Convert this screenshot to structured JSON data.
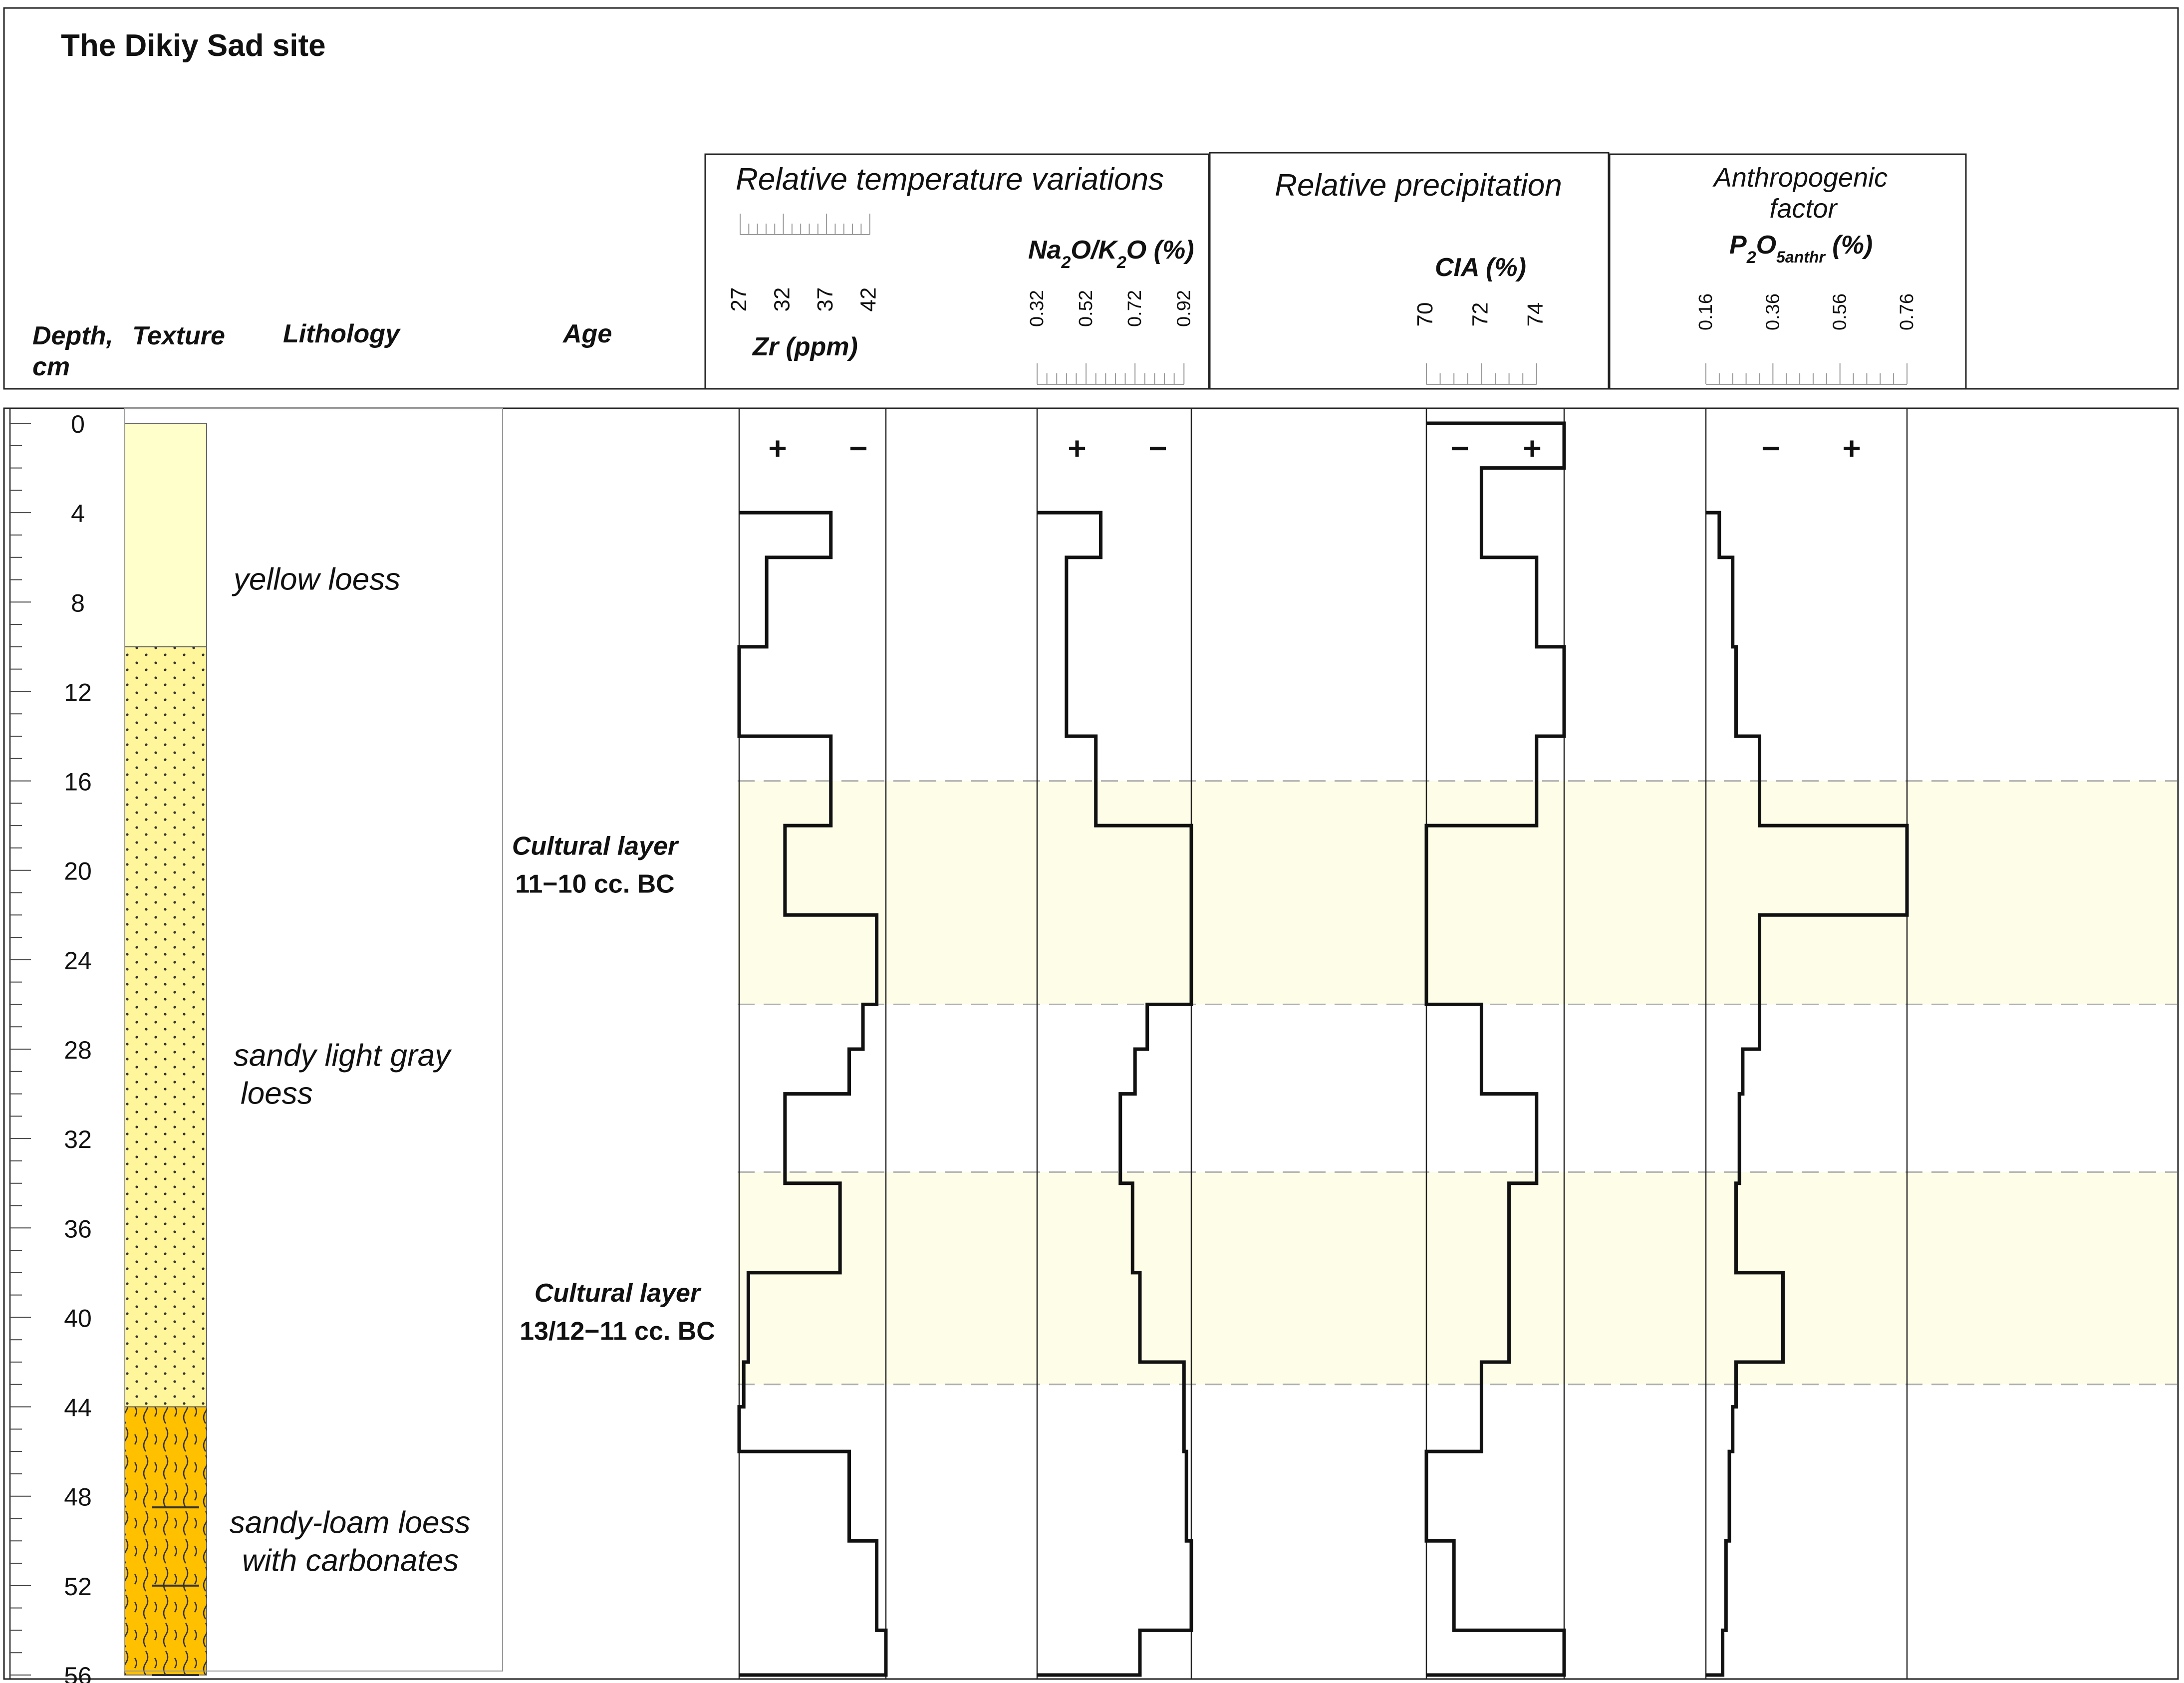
{
  "title": "The Dikiy Sad site",
  "colors": {
    "yellow_loess": "#ffffcc",
    "sandy_gray_loess": "#fff59a",
    "sandy_loam_loess": "#ffc000",
    "cultural_band": "#fdfde8",
    "curve": "#111111",
    "curve_in_band": "#555555"
  },
  "headers": {
    "depth": "Depth,",
    "depth_unit": "cm",
    "texture": "Texture",
    "lithology": "Lithology",
    "age": "Age",
    "temp_group": "Relative temperature variations",
    "precip_group": "Relative precipitation",
    "anthro_group_line1": "Anthropogenic",
    "anthro_group_line2": "factor"
  },
  "lithology": [
    {
      "label_lines": [
        "yellow loess"
      ],
      "from": 0,
      "to": 10,
      "fill": "yellow_loess",
      "pattern": "none"
    },
    {
      "label_lines": [
        "sandy light gray",
        " loess"
      ],
      "from": 10,
      "to": 44,
      "fill": "sandy_gray_loess",
      "pattern": "dots"
    },
    {
      "label_lines": [
        "sandy-loam loess",
        "with carbonates"
      ],
      "from": 44,
      "to": 56,
      "fill": "sandy_loam_loess",
      "pattern": "wavy"
    }
  ],
  "age_layers": [
    {
      "line1": "Cultural layer",
      "line2": "11−10 cc. BC",
      "from": 16,
      "to": 26
    },
    {
      "line1": "Cultural layer",
      "line2": "13/12−11 cc. BC",
      "from": 33.5,
      "to": 43
    }
  ],
  "chart_data": {
    "type": "line",
    "orientation": "vertical-depth-profile",
    "y_axis": {
      "label": "Depth, cm",
      "range": [
        0,
        56
      ],
      "ticks": [
        0,
        4,
        8,
        12,
        16,
        20,
        24,
        28,
        32,
        36,
        40,
        44,
        48,
        52,
        56
      ],
      "tick_labels": [
        "0",
        "4",
        "8",
        "12",
        "16",
        "20",
        "24",
        "28",
        "32",
        "36",
        "40",
        "44",
        "48",
        "52",
        "56"
      ],
      "inverted": true
    },
    "series": [
      {
        "name": "Zr (ppm)",
        "group": "Relative temperature variations",
        "tick_labels": [
          "27",
          "32",
          "37",
          "42"
        ],
        "range": [
          27,
          43
        ],
        "sign_left": "+",
        "sign_right": "−",
        "steps": [
          {
            "from": 4,
            "to": 6,
            "value": 37
          },
          {
            "from": 6,
            "to": 10,
            "value": 30
          },
          {
            "from": 10,
            "to": 14,
            "value": 27
          },
          {
            "from": 14,
            "to": 18,
            "value": 37
          },
          {
            "from": 18,
            "to": 22,
            "value": 32
          },
          {
            "from": 22,
            "to": 26,
            "value": 42
          },
          {
            "from": 26,
            "to": 28,
            "value": 40.5
          },
          {
            "from": 28,
            "to": 30,
            "value": 39
          },
          {
            "from": 30,
            "to": 34,
            "value": 32
          },
          {
            "from": 34,
            "to": 38,
            "value": 38
          },
          {
            "from": 38,
            "to": 42,
            "value": 28
          },
          {
            "from": 42,
            "to": 44,
            "value": 27.5
          },
          {
            "from": 44,
            "to": 46,
            "value": 27
          },
          {
            "from": 46,
            "to": 50,
            "value": 39
          },
          {
            "from": 50,
            "to": 54,
            "value": 42
          },
          {
            "from": 54,
            "to": 56,
            "value": 43
          }
        ]
      },
      {
        "name": "Na₂O/K₂O (%)",
        "group": "Relative temperature variations",
        "tick_labels": [
          "0.32",
          "0.52",
          "0.72",
          "0.92"
        ],
        "range": [
          0.32,
          0.95
        ],
        "sign_left": "+",
        "sign_right": "−",
        "steps": [
          {
            "from": 4,
            "to": 6,
            "value": 0.58
          },
          {
            "from": 6,
            "to": 14,
            "value": 0.44
          },
          {
            "from": 14,
            "to": 18,
            "value": 0.56
          },
          {
            "from": 18,
            "to": 26,
            "value": 0.95
          },
          {
            "from": 26,
            "to": 28,
            "value": 0.77
          },
          {
            "from": 28,
            "to": 30,
            "value": 0.72
          },
          {
            "from": 30,
            "to": 34,
            "value": 0.66
          },
          {
            "from": 34,
            "to": 38,
            "value": 0.71
          },
          {
            "from": 38,
            "to": 42,
            "value": 0.74
          },
          {
            "from": 42,
            "to": 46,
            "value": 0.92
          },
          {
            "from": 46,
            "to": 50,
            "value": 0.93
          },
          {
            "from": 50,
            "to": 54,
            "value": 0.95
          },
          {
            "from": 54,
            "to": 56,
            "value": 0.74
          }
        ]
      },
      {
        "name": "CIA (%)",
        "group": "Relative precipitation",
        "tick_labels": [
          "70",
          "72",
          "74"
        ],
        "range": [
          70,
          75
        ],
        "sign_left": "−",
        "sign_right": "+",
        "steps": [
          {
            "from": 0,
            "to": 2,
            "value": 75
          },
          {
            "from": 2,
            "to": 6,
            "value": 72
          },
          {
            "from": 6,
            "to": 10,
            "value": 74
          },
          {
            "from": 10,
            "to": 14,
            "value": 75
          },
          {
            "from": 14,
            "to": 18,
            "value": 74
          },
          {
            "from": 18,
            "to": 26,
            "value": 70
          },
          {
            "from": 26,
            "to": 30,
            "value": 72
          },
          {
            "from": 30,
            "to": 34,
            "value": 74
          },
          {
            "from": 34,
            "to": 42,
            "value": 73
          },
          {
            "from": 42,
            "to": 46,
            "value": 72
          },
          {
            "from": 46,
            "to": 50,
            "value": 70
          },
          {
            "from": 50,
            "to": 54,
            "value": 71
          },
          {
            "from": 54,
            "to": 56,
            "value": 75
          }
        ]
      },
      {
        "name": "P₂O₅anthr (%)",
        "group": "Anthropogenic factor",
        "tick_labels": [
          "0.16",
          "0.36",
          "0.56",
          "0.76"
        ],
        "range": [
          0.16,
          0.76
        ],
        "sign_left": "−",
        "sign_right": "+",
        "steps": [
          {
            "from": 4,
            "to": 6,
            "value": 0.2
          },
          {
            "from": 6,
            "to": 10,
            "value": 0.24
          },
          {
            "from": 10,
            "to": 14,
            "value": 0.25
          },
          {
            "from": 14,
            "to": 18,
            "value": 0.32
          },
          {
            "from": 18,
            "to": 22,
            "value": 0.76
          },
          {
            "from": 22,
            "to": 28,
            "value": 0.32
          },
          {
            "from": 28,
            "to": 30,
            "value": 0.27
          },
          {
            "from": 30,
            "to": 34,
            "value": 0.26
          },
          {
            "from": 34,
            "to": 38,
            "value": 0.25
          },
          {
            "from": 38,
            "to": 42,
            "value": 0.39
          },
          {
            "from": 42,
            "to": 44,
            "value": 0.25
          },
          {
            "from": 44,
            "to": 46,
            "value": 0.24
          },
          {
            "from": 46,
            "to": 50,
            "value": 0.23
          },
          {
            "from": 50,
            "to": 54,
            "value": 0.22
          },
          {
            "from": 54,
            "to": 56,
            "value": 0.21
          }
        ]
      }
    ]
  }
}
